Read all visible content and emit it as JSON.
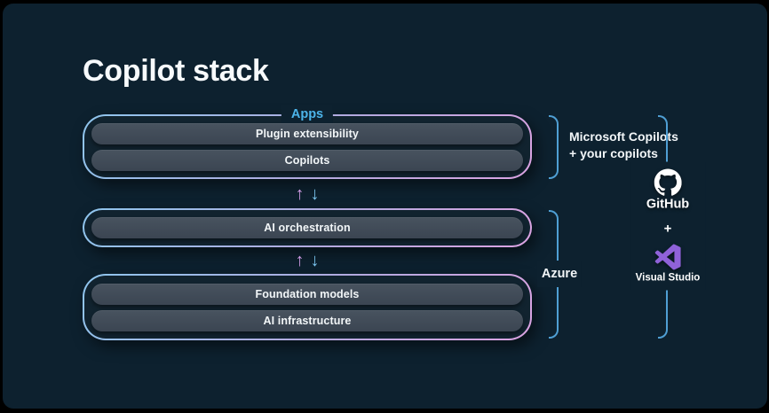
{
  "title": "Copilot stack",
  "stack": {
    "arrow_up": "↑",
    "arrow_down": "↓",
    "groups": [
      {
        "legend": "Apps",
        "pills": [
          "Plugin extensibility",
          "Copilots"
        ]
      },
      {
        "pills": [
          "AI orchestration"
        ]
      },
      {
        "pills": [
          "Foundation models",
          "AI infrastructure"
        ]
      }
    ]
  },
  "annotations": {
    "copilots_line1": "Microsoft Copilots",
    "copilots_line2": "+ your copilots",
    "azure": "Azure"
  },
  "logos": {
    "github_label": "GitHub",
    "plus": "+",
    "visual_studio_label": "Visual Studio"
  },
  "icons": {
    "github": "github-octocat-icon",
    "visual_studio": "visual-studio-icon",
    "up_arrow": "up-arrow-icon",
    "down_arrow": "down-arrow-icon"
  },
  "colors": {
    "slide_bg": "#0d212f",
    "apps_accent": "#4cb4e9",
    "border_gradient_start": "#8ec6ee",
    "border_gradient_end": "#dca3e2",
    "bracket": "#4f9fd4",
    "arrow_up": "#d19ce6",
    "arrow_down": "#7cc6f0",
    "pill_bg": "#414c59",
    "vs_purple": "#8f62d9",
    "text": "#f2f6f8"
  }
}
